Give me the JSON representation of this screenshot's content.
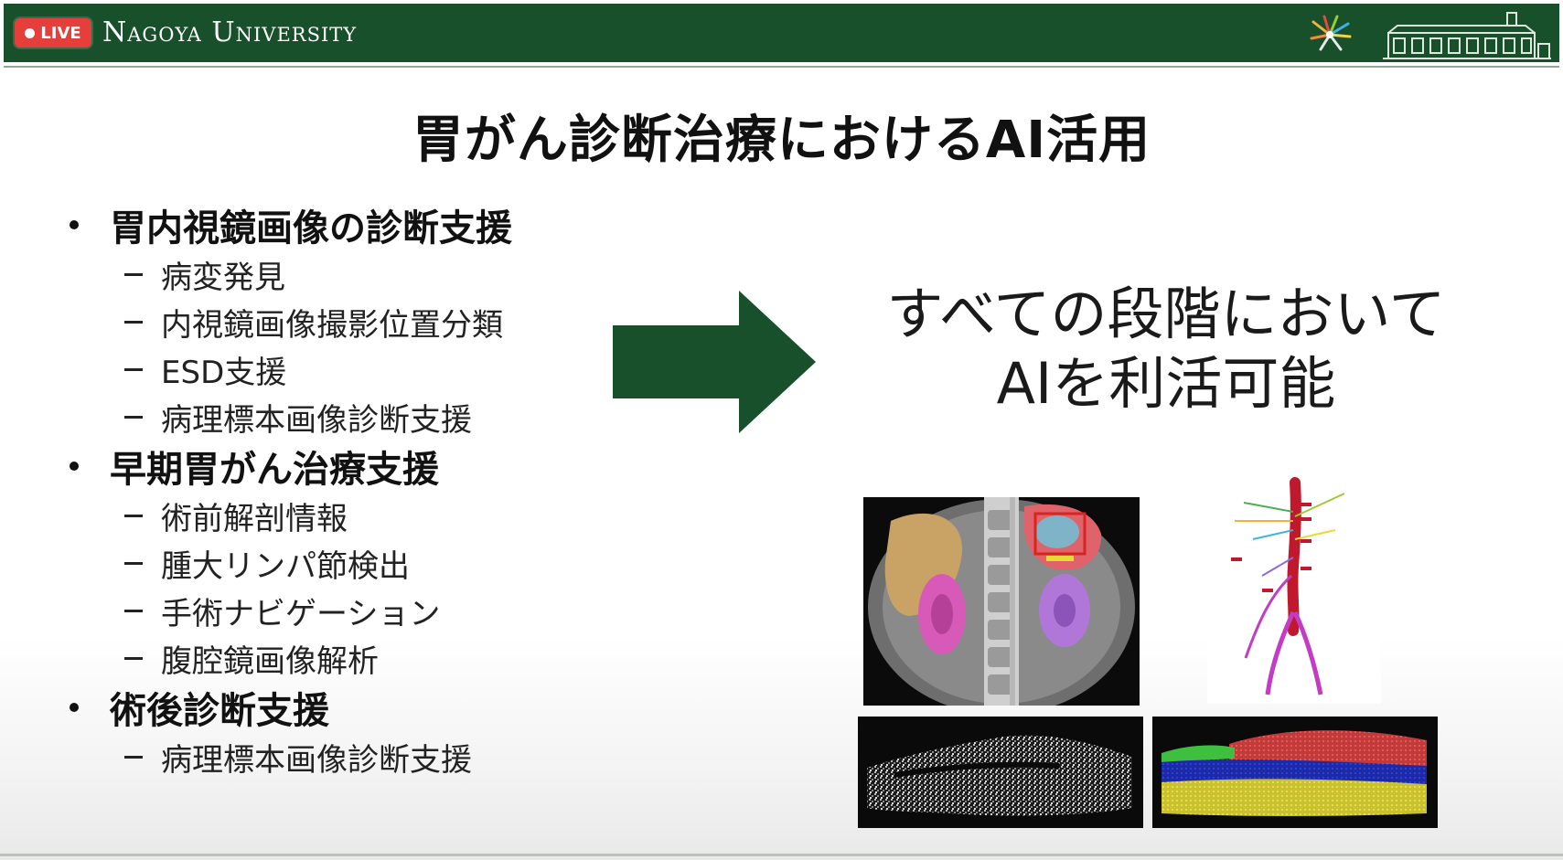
{
  "header": {
    "live_badge": "LIVE",
    "university_name": "Nagoya University",
    "colors": {
      "bar": "#17502b",
      "live": "#e43f3a"
    }
  },
  "slide": {
    "title": "胃がん診断治療におけるAI活用",
    "sections": [
      {
        "heading": "胃内視鏡画像の診断支援",
        "items": [
          "病変発見",
          "内視鏡画像撮影位置分類",
          "ESD支援",
          "病理標本画像診断支援"
        ]
      },
      {
        "heading": "早期胃がん治療支援",
        "items": [
          "術前解剖情報",
          "腫大リンパ節検出",
          "手術ナビゲーション",
          "腹腔鏡画像解析"
        ]
      },
      {
        "heading": "術後診断支援",
        "items": [
          "病理標本画像診断支援"
        ]
      }
    ],
    "conclusion_line1": "すべての段階において",
    "conclusion_line2": "AIを利活可能",
    "arrow_color": "#17502b"
  }
}
